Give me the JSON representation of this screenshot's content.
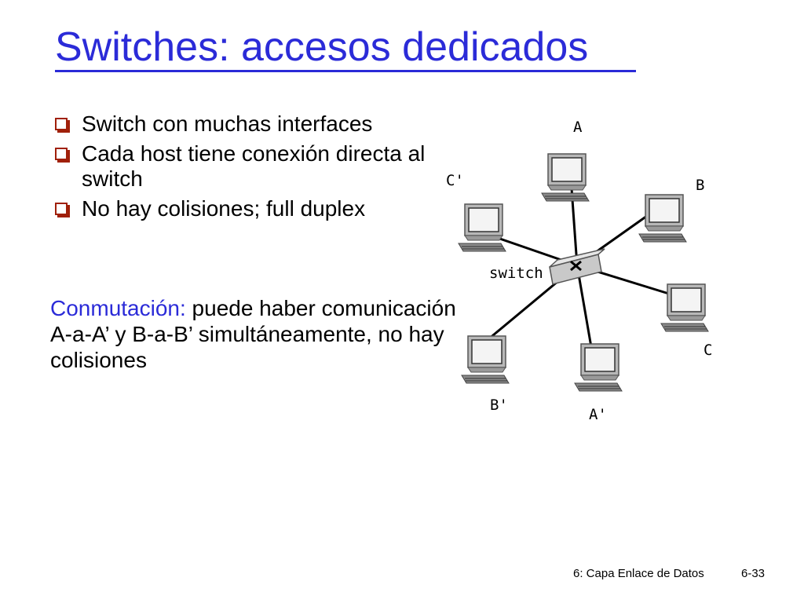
{
  "title": "Switches: accesos dedicados",
  "bullets": [
    {
      "text": "Switch con muchas interfaces"
    },
    {
      "text": "Cada host tiene conexión directa al switch"
    },
    {
      "text": "No hay colisiones; full duplex"
    }
  ],
  "paragraph": {
    "lead": "Conmutación:",
    "rest": " puede haber comunicación A-a-A’ y B-a-B’ simultáneamente, no hay colisiones"
  },
  "diagram": {
    "switch_label": "switch",
    "hosts": {
      "A": "A",
      "B": "B",
      "C": "C",
      "A_prime": "A'",
      "B_prime": "B'",
      "C_prime": "C'"
    }
  },
  "footer": {
    "chapter": "6: Capa Enlace de Datos",
    "page": "6-33"
  },
  "colors": {
    "title": "#2b2bd8",
    "bullet": "#a0200a",
    "text": "#000000"
  }
}
